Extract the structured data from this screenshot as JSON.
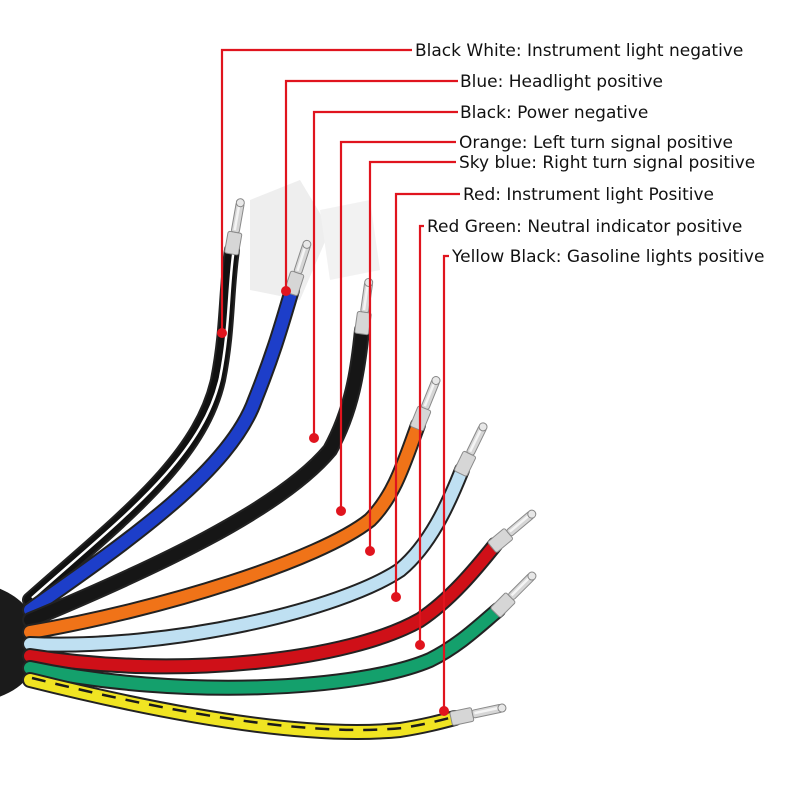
{
  "wires": [
    {
      "key": "black-white",
      "label": "Black White: Instrument light negative",
      "color": "#111111",
      "stripe": "#ffffff"
    },
    {
      "key": "blue",
      "label": "Blue: Headlight positive",
      "color": "#1d3ec9"
    },
    {
      "key": "black",
      "label": "Black: Power negative",
      "color": "#161616"
    },
    {
      "key": "orange",
      "label": "Orange: Left turn signal positive",
      "color": "#f07318"
    },
    {
      "key": "sky-blue",
      "label": "Sky blue: Right turn signal positive",
      "color": "#bfe0f2"
    },
    {
      "key": "red",
      "label": "Red: Instrument light Positive",
      "color": "#cf1018"
    },
    {
      "key": "red-green",
      "label": "Red Green: Neutral indicator positive",
      "color": "#14a06c"
    },
    {
      "key": "yellow-black",
      "label": "Yellow Black: Gasoline lights positive",
      "color": "#f0e422",
      "stripe": "#1a1a1a"
    }
  ],
  "accent_color": "#e0141e"
}
